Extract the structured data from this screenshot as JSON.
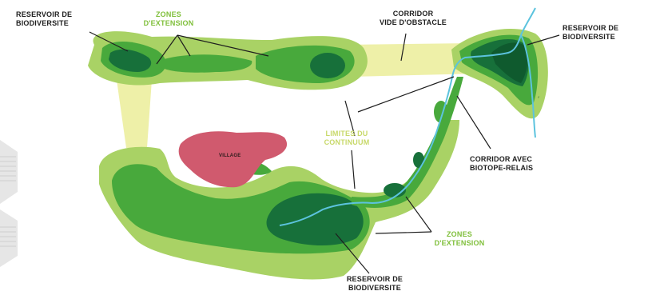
{
  "labels": {
    "reservoir_top_left": [
      "RESERVOIR DE",
      "BIODIVERSITE"
    ],
    "zones_extension_top": [
      "ZONES",
      "D'EXTENSION"
    ],
    "corridor_empty": [
      "CORRIDOR",
      "VIDE D'OBSTACLE"
    ],
    "reservoir_top_right": [
      "RESERVOIR DE",
      "BIODIVERSITE"
    ],
    "limites_continuum": [
      "LIMITES DU",
      "CONTINUUM"
    ],
    "village": "VILLAGE",
    "corridor_biotope": [
      "CORRIDOR AVEC",
      "BIOTOPE-RELAIS"
    ],
    "zones_extension_bottom": [
      "ZONES",
      "D'EXTENSION"
    ],
    "reservoir_bottom": [
      "RESERVOIR DE",
      "BIODIVERSITE"
    ]
  },
  "colors": {
    "light_yellow": "#eef0a8",
    "light_green": "#a9d265",
    "mid_green": "#48a93c",
    "dark_green": "#17703a",
    "water": "#5cc3de",
    "village_red": "#d05a6e",
    "label_dark": "#1e1e1e",
    "label_green": "#7fbf3a",
    "label_lime": "#c8d96a"
  }
}
